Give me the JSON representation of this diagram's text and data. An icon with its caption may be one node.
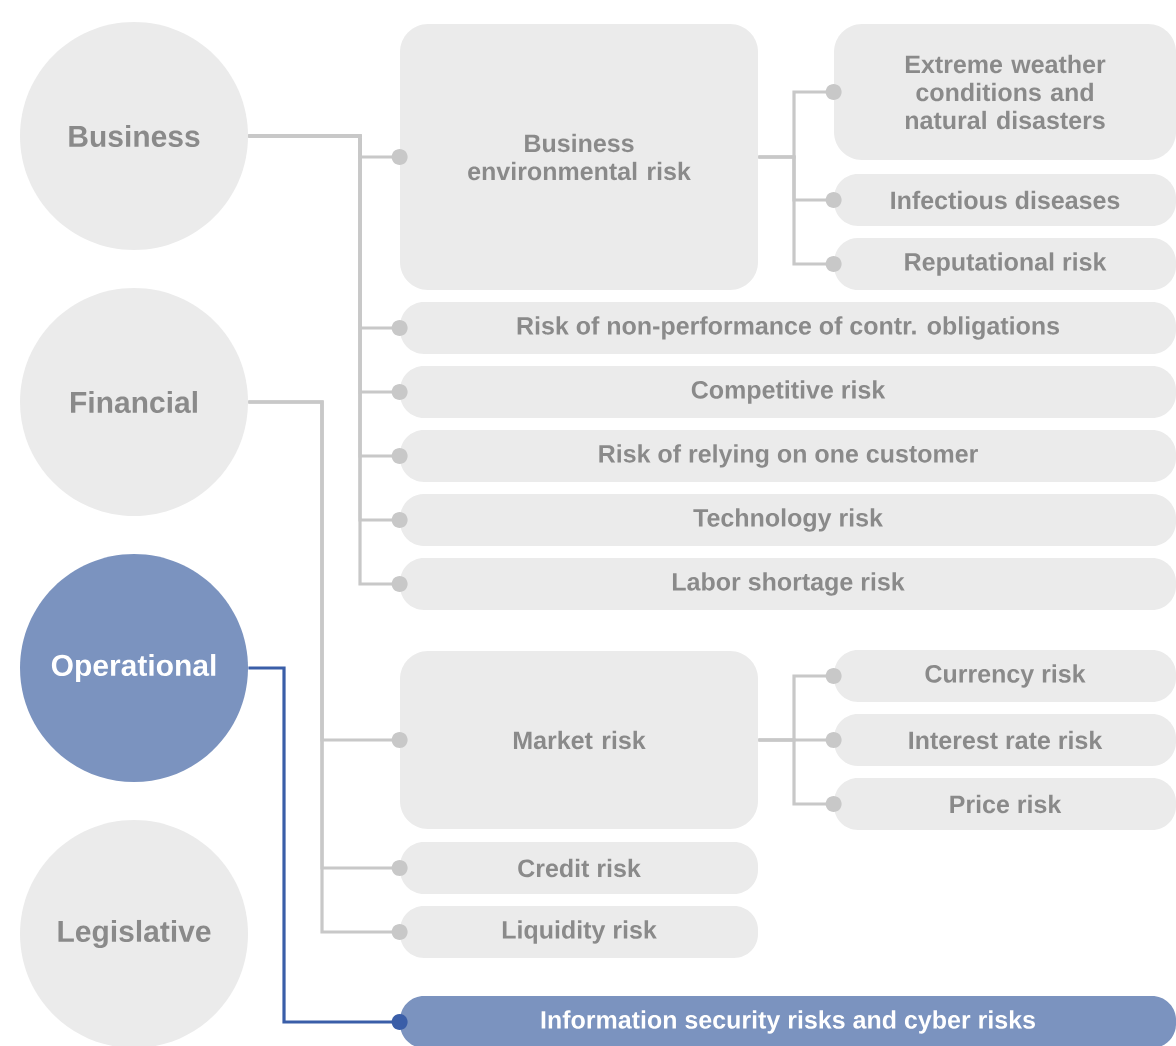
{
  "diagram": {
    "nodes": [
      {
        "text": [
          "Business"
        ]
      },
      {
        "text": [
          "Financial"
        ]
      },
      {
        "text": [
          "Operational"
        ]
      },
      {
        "text": [
          "Legislative"
        ]
      },
      {
        "text": [
          "Business environmental risk"
        ]
      },
      {
        "text": [
          "Extreme weather conditions and natural disasters"
        ]
      },
      {
        "text": [
          "Infectious diseases"
        ]
      },
      {
        "text": [
          "Reputational risk"
        ]
      },
      {
        "text": [
          "Risk of non-performance of contr. obligations"
        ]
      },
      {
        "text": [
          "Competitive risk"
        ]
      },
      {
        "text": [
          "Risk of relying on one customer"
        ]
      },
      {
        "text": [
          "Technology risk"
        ]
      },
      {
        "text": [
          "Labor shortage risk"
        ]
      },
      {
        "text": [
          "Market risk"
        ]
      },
      {
        "text": [
          "Currency risk"
        ]
      },
      {
        "text": [
          "Interest rate risk"
        ]
      },
      {
        "text": [
          "Price risk"
        ]
      },
      {
        "text": [
          "Credit risk"
        ]
      },
      {
        "text": [
          "Liquidity risk"
        ]
      },
      {
        "text": [
          "Information security risks and cyber risks"
        ]
      }
    ],
    "edges": [
      {
        "from": 0,
        "to": 4,
        "arrow": "other"
      },
      {
        "from": 0,
        "to": 8,
        "arrow": "other"
      },
      {
        "from": 0,
        "to": 9,
        "arrow": "other"
      },
      {
        "from": 0,
        "to": 10,
        "arrow": "other"
      },
      {
        "from": 0,
        "to": 11,
        "arrow": "other"
      },
      {
        "from": 0,
        "to": 12,
        "arrow": "other"
      },
      {
        "from": 4,
        "to": 5,
        "arrow": "other"
      },
      {
        "from": 4,
        "to": 6,
        "arrow": "other"
      },
      {
        "from": 4,
        "to": 7,
        "arrow": "other"
      },
      {
        "from": 1,
        "to": 13,
        "arrow": "other"
      },
      {
        "from": 1,
        "to": 17,
        "arrow": "other"
      },
      {
        "from": 1,
        "to": 18,
        "arrow": "other"
      },
      {
        "from": 13,
        "to": 14,
        "arrow": "other"
      },
      {
        "from": 13,
        "to": 15,
        "arrow": "other"
      },
      {
        "from": 13,
        "to": 16,
        "arrow": "other"
      },
      {
        "from": 2,
        "to": 19,
        "arrow": "other",
        "color": "#3a5ea8"
      }
    ]
  }
}
